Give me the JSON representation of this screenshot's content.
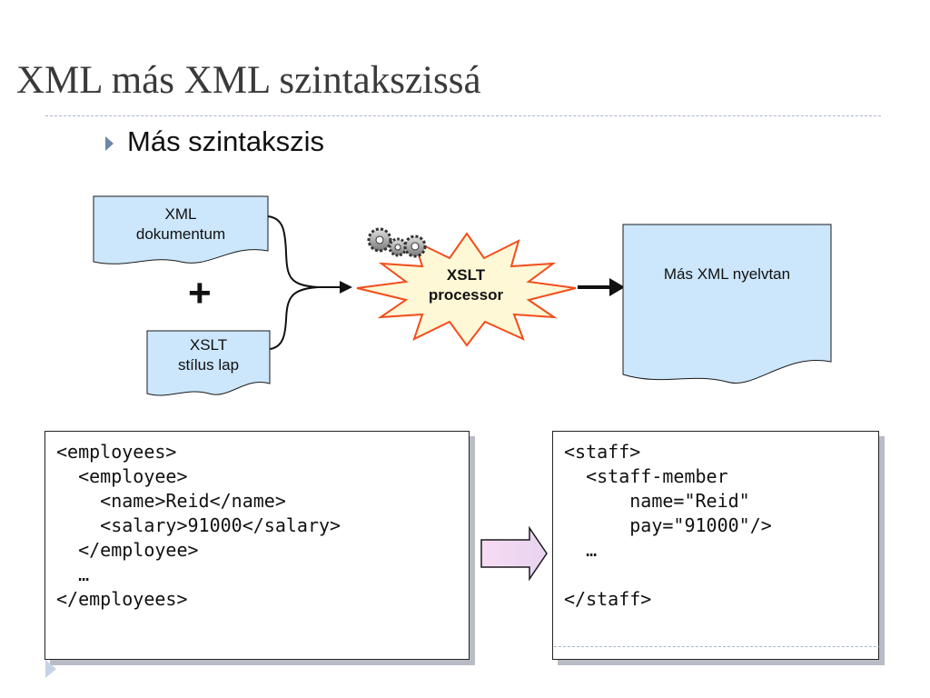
{
  "slide": {
    "title": "XML más XML szintakszissá",
    "bullet": "Más szintakszis"
  },
  "diagram": {
    "input_xml": [
      "XML",
      "dokumentum"
    ],
    "plus": "+",
    "input_xslt": [
      "XSLT",
      "stílus lap"
    ],
    "processor": [
      "XSLT",
      "processor"
    ],
    "output": "Más XML nyelvtan",
    "colors": {
      "box_fill": "#cce6fb",
      "processor_fill": "#fef8d6",
      "processor_stroke": "#f24d1b",
      "arrow_fill": "#f3d2f1"
    }
  },
  "code_left": {
    "lines": [
      "<employees>",
      "  <employee>",
      "    <name>Reid</name>",
      "    <salary>91000</salary>",
      "  </employee>",
      "  …",
      "</employees>"
    ]
  },
  "code_right": {
    "lines": [
      "<staff>",
      "  <staff-member",
      "      name=\"Reid\"",
      "      pay=\"91000\"/>",
      "  …",
      "",
      "</staff>"
    ]
  }
}
